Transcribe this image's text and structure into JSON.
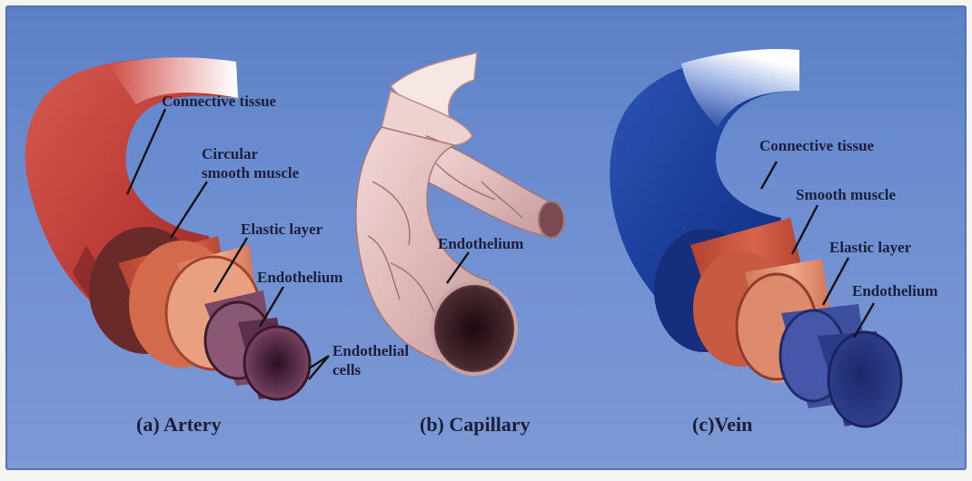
{
  "panels": [
    {
      "caption": "(a) Artery",
      "labels": {
        "connective_tissue": "Connective tissue",
        "circular_line1": "Circular",
        "circular_line2": "smooth muscle",
        "elastic_layer": "Elastic layer",
        "endothelium": "Endothelium",
        "endothelial_line1": "Endothelial",
        "endothelial_line2": "cells"
      },
      "colors": {
        "outer": "#c9443f",
        "muscle": "#c8553a",
        "elastic": "#e08a68",
        "lumen": "#5a2c48"
      }
    },
    {
      "caption": "(b) Capillary",
      "labels": {
        "endothelium": "Endothelium"
      },
      "colors": {
        "wall": "#e8c4c4",
        "lumen": "#3a1a20"
      }
    },
    {
      "caption": "(c)Vein",
      "labels": {
        "connective_tissue": "Connective tissue",
        "smooth_muscle": "Smooth muscle",
        "elastic_layer": "Elastic layer",
        "endothelium": "Endothelium"
      },
      "colors": {
        "outer": "#1d3f9a",
        "muscle": "#c44a36",
        "elastic": "#d9795c",
        "lumen": "#25347a"
      }
    }
  ]
}
